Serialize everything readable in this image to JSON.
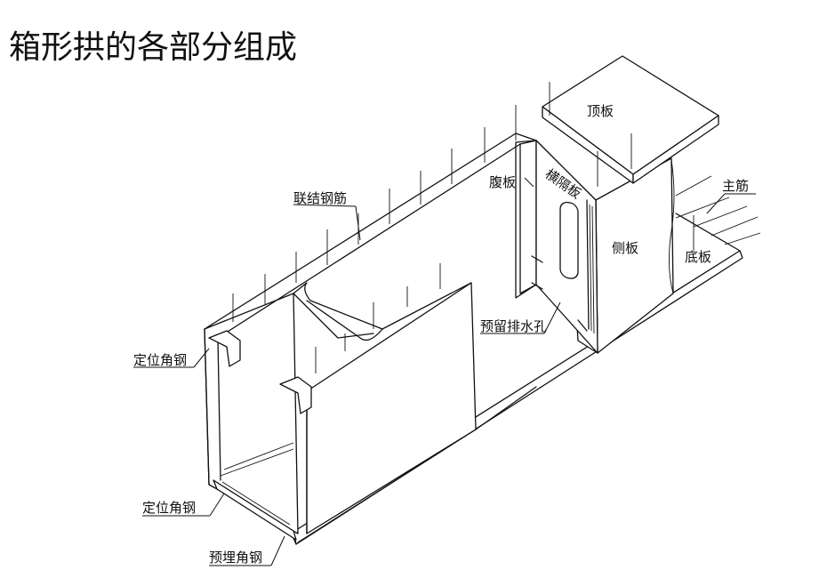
{
  "title": "箱形拱的各部分组成",
  "labels": {
    "top_plate": "顶板",
    "main_rebar": "主筋",
    "side_plate": "侧板",
    "bottom_plate": "底板",
    "web_plate": "腹板",
    "partition": "横隔板",
    "tie_rebar": "联结钢筋",
    "drain_hole": "预留排水孔",
    "positioning_angle_steel": "定位角钢",
    "positioning_angle_steel_2": "定位角钢",
    "embedded_angle_steel": "预埋角钢"
  },
  "colors": {
    "line": "#111111",
    "background": "#ffffff"
  }
}
